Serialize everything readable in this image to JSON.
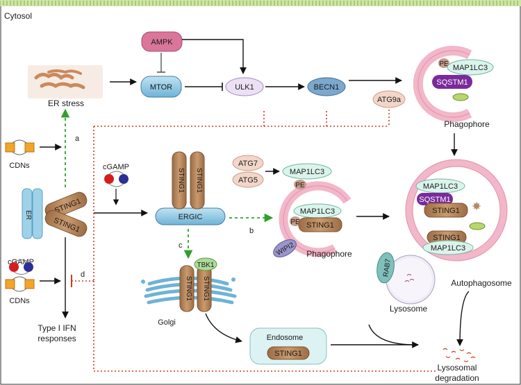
{
  "region_title": "Cytosol",
  "labels": {
    "er_stress": "ER stress",
    "cdns_top": "CDNs",
    "cgamp_mid": "cGAMP",
    "cgamp_low": "cGAMP",
    "cdns_low": "CDNs",
    "type1_ifn_line1": "Type I IFN",
    "type1_ifn_line2": "responses",
    "er": "ER",
    "ergic": "ERGIC",
    "golgi": "Golgi",
    "endosome": "Endosome",
    "phagophore_top": "Phagophore",
    "phagophore_mid": "Phagophore",
    "autophagosome": "Autophagosome",
    "lysosome": "Lysosome",
    "lys_deg_line1": "Lysosomal",
    "lys_deg_line2": "degradation"
  },
  "proteins": {
    "ampk": "AMPK",
    "mtor": "MTOR",
    "ulk1": "ULK1",
    "becn1": "BECN1",
    "atg9a": "ATG9a",
    "atg7": "ATG7",
    "atg5": "ATG5",
    "tbk1": "TBK1",
    "rab7": "RAB7",
    "wipi2": "WIPI2",
    "pe": "PE",
    "map1lc3": "MAP1LC3",
    "sqstm1": "SQSTM1",
    "sting1": "STING1"
  },
  "step_letters": {
    "a": "a",
    "b": "b",
    "c": "c",
    "d": "d"
  },
  "colors": {
    "sting": "#b8865b",
    "ampk": "#d9769a",
    "mtor": "#6aa9c9",
    "ulk1": "#ece0f5",
    "becn1": "#7ba8cc",
    "atg": "#f2d6c9",
    "map1lc3": "#daf4ec",
    "sqstm1": "#7a2a9c",
    "membrane_pink": "#f2b7c9",
    "green_dash": "#2ea02e",
    "red_dot": "#d23a1a",
    "er_blue": "#9fd2e8"
  }
}
